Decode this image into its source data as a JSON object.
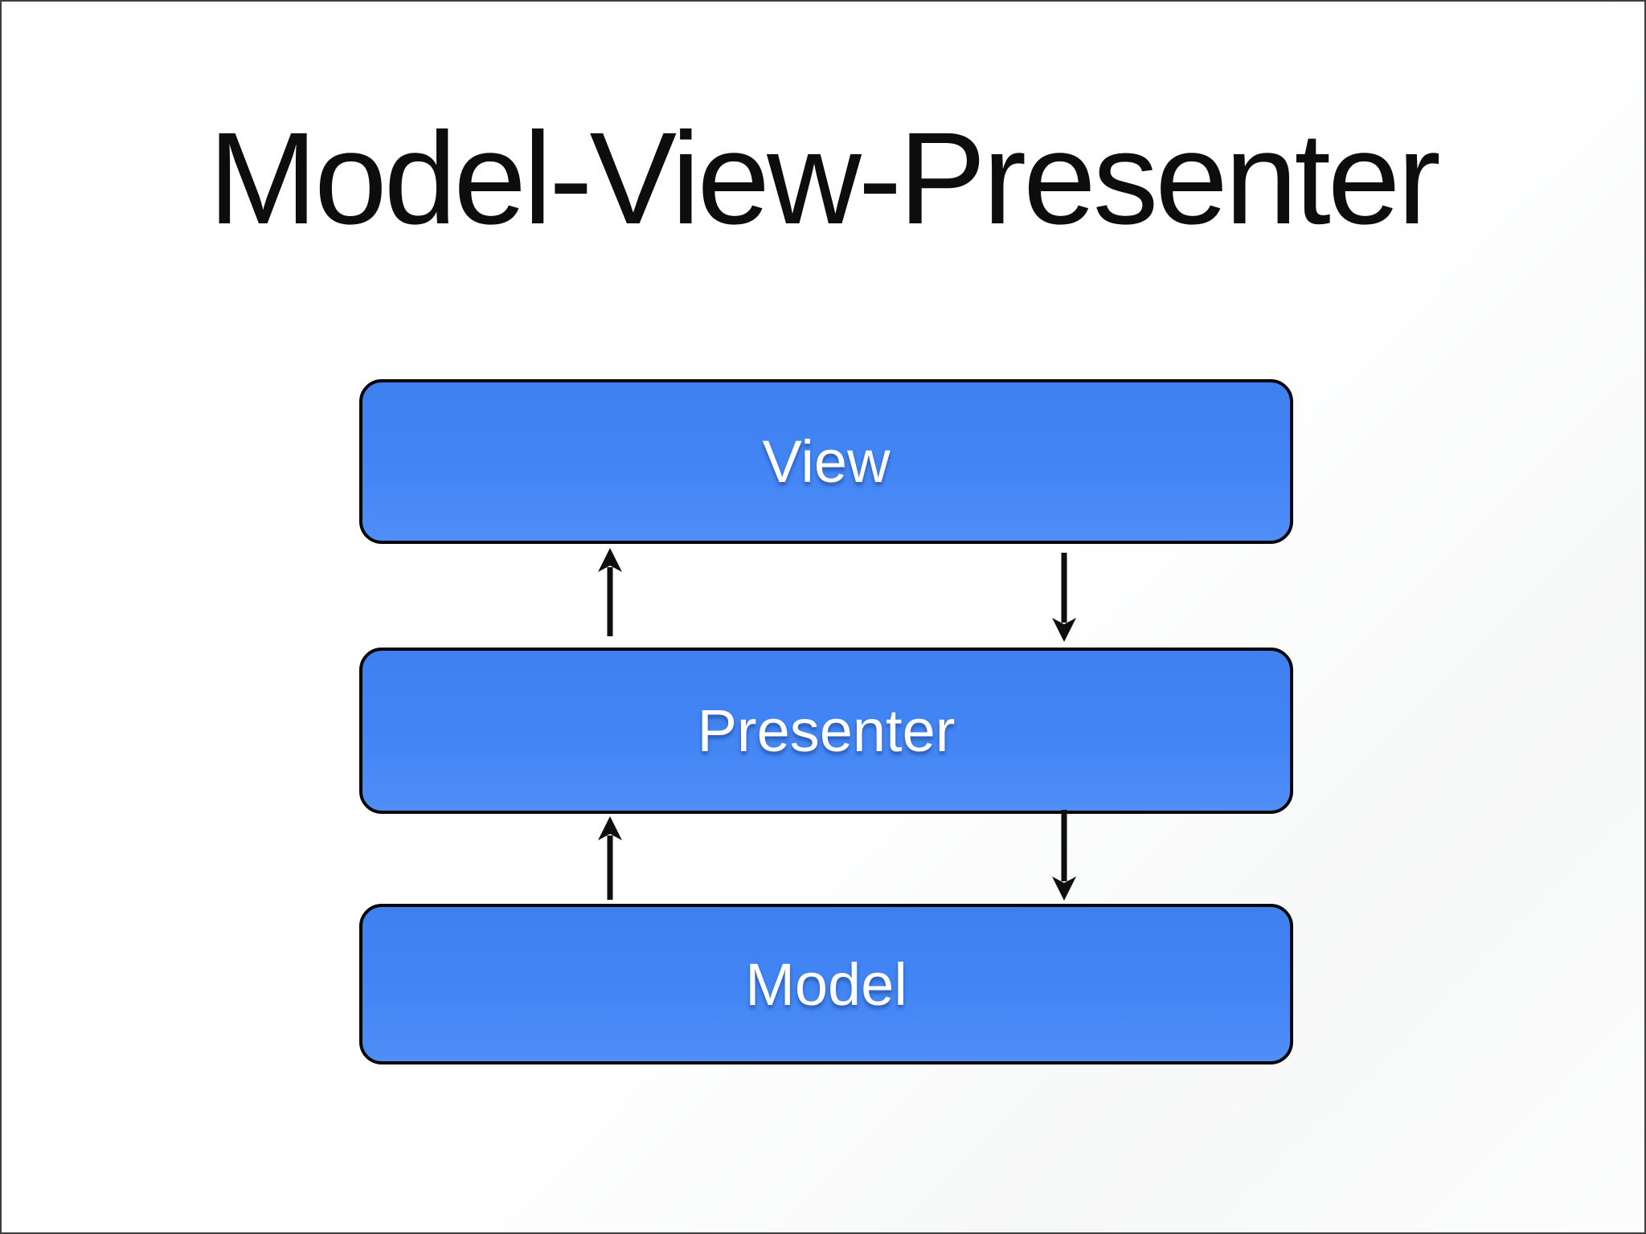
{
  "slide": {
    "title": "Model-View-Presenter"
  },
  "diagram": {
    "nodes": [
      {
        "id": "view",
        "label": "View"
      },
      {
        "id": "presenter",
        "label": "Presenter"
      },
      {
        "id": "model",
        "label": "Model"
      }
    ],
    "edges": [
      {
        "from": "presenter",
        "to": "view",
        "direction": "up"
      },
      {
        "from": "view",
        "to": "presenter",
        "direction": "down"
      },
      {
        "from": "model",
        "to": "presenter",
        "direction": "up"
      },
      {
        "from": "presenter",
        "to": "model",
        "direction": "down"
      }
    ],
    "colors": {
      "node_fill": "#4285f4",
      "node_fill_top": "#3f80ef",
      "node_fill_bottom": "#4f8ef7",
      "node_border": "#050505",
      "node_text": "#ffffff",
      "title_text": "#0d0d0d",
      "arrow": "#0e0e0e",
      "background": "#ffffff",
      "frame_border": "#3f3f3f"
    }
  }
}
